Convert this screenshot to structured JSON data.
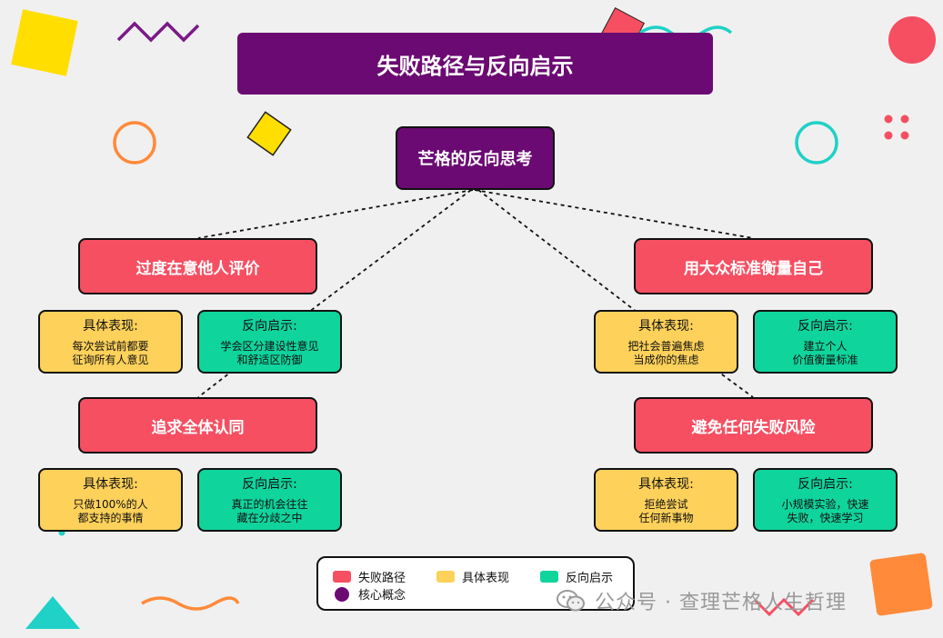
{
  "title": "失败路径与反向启示",
  "core": "芒格的反向思考",
  "failures": [
    {
      "label": "过度在意他人评价",
      "symptom": {
        "heading": "具体表现:",
        "lines": [
          "每次尝试前都要",
          "征询所有人意见"
        ]
      },
      "insight": {
        "heading": "反向启示:",
        "lines": [
          "学会区分建设性意见",
          "和舒适区防御"
        ]
      }
    },
    {
      "label": "用大众标准衡量自己",
      "symptom": {
        "heading": "具体表现:",
        "lines": [
          "把社会普遍焦虑",
          "当成你的焦虑"
        ]
      },
      "insight": {
        "heading": "反向启示:",
        "lines": [
          "建立个人",
          "价值衡量标准"
        ]
      }
    },
    {
      "label": "追求全体认同",
      "symptom": {
        "heading": "具体表现:",
        "lines": [
          "只做100%的人",
          "都支持的事情"
        ]
      },
      "insight": {
        "heading": "反向启示:",
        "lines": [
          "真正的机会往往",
          "藏在分歧之中"
        ]
      }
    },
    {
      "label": "避免任何失败风险",
      "symptom": {
        "heading": "具体表现:",
        "lines": [
          "拒绝尝试",
          "任何新事物"
        ]
      },
      "insight": {
        "heading": "反向启示:",
        "lines": [
          "小规模实验，快速",
          "失败，快速学习"
        ]
      }
    }
  ],
  "legend": {
    "failure": "失败路径",
    "symptom": "具体表现",
    "insight": "反向启示",
    "core": "核心概念"
  },
  "watermark": "公众号 · 查理芒格人生哲理",
  "colors": {
    "core": "#6b0a73",
    "failure": "#f64f62",
    "symptom": "#fdd15a",
    "insight": "#0fd49c"
  }
}
